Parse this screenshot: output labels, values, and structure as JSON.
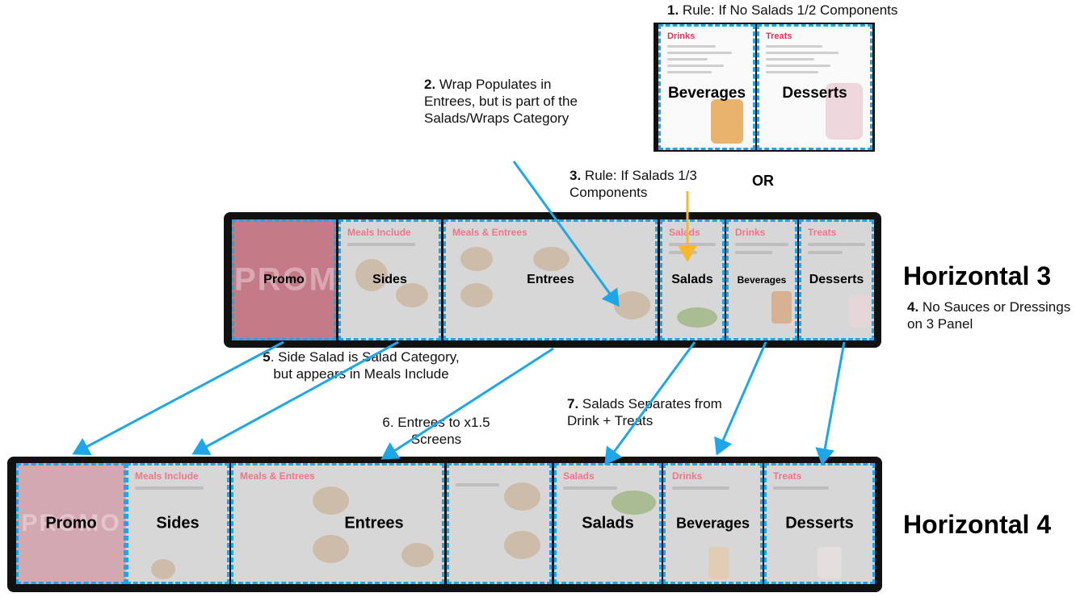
{
  "notes": {
    "n1_num": "1.",
    "n1_text": " Rule: If No Salads 1/2 Components",
    "n2_num": "2.",
    "n2_text": " Wrap Populates in Entrees, but is part of the Salads/Wraps Category",
    "n3_num": "3.",
    "n3_text": " Rule: If Salads 1/3 Components",
    "or": "OR",
    "n4_num": "4.",
    "n4_text": " No Sauces or Dressings on 3 Panel",
    "n5_num": "5",
    "n5_text": ". Side Salad is Salad Category, but appears in Meals Include",
    "n6": "6. Entrees to x1.5 Screens",
    "n7_num": "7.",
    "n7_text": " Salads Separates from Drink + Treats"
  },
  "two_panel": {
    "left_title": "Drinks",
    "left_label": "Beverages",
    "right_title": "Treats",
    "right_label": "Desserts"
  },
  "horizontal3": {
    "heading": "Horizontal 3",
    "promo_watermark": "PROMO",
    "panels": {
      "promo": "Promo",
      "sides": "Sides",
      "entrees": "Entrees",
      "salads": "Salads",
      "beverages": "Beverages",
      "desserts": "Desserts"
    },
    "ghost_titles": {
      "sides": "Meals Include",
      "entrees": "Meals & Entrees",
      "salads": "Salads",
      "beverages": "Drinks",
      "desserts": "Treats"
    }
  },
  "horizontal4": {
    "heading": "Horizontal 4",
    "panels": {
      "promo": "Promo",
      "sides": "Sides",
      "entrees": "Entrees",
      "salads": "Salads",
      "beverages": "Beverages",
      "desserts": "Desserts"
    },
    "ghost_titles": {
      "sides": "Meals Include",
      "entrees": "Meals & Entrees",
      "salads": "Salads",
      "beverages": "Drinks",
      "desserts": "Treats"
    }
  },
  "colors": {
    "arrow": "#1ea7e8",
    "highlight_arrow": "#f5b82e",
    "dash": "#1ea7e8",
    "promo": "#c57a88"
  }
}
